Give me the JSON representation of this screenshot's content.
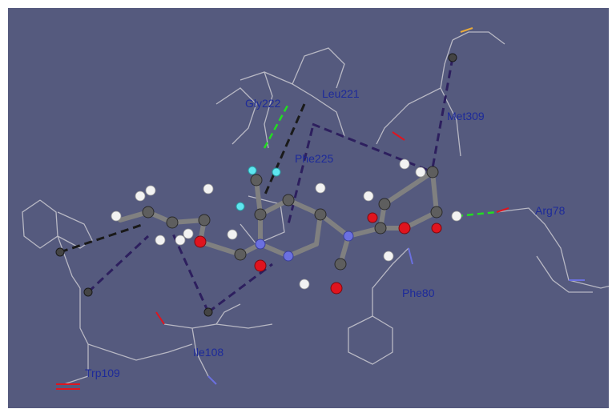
{
  "scene": {
    "background": "#555a7e",
    "residue_labels": [
      "Gly222",
      "Leu221",
      "Met309",
      "Phe225",
      "Arg78",
      "Phe80",
      "Ile108",
      "Trp109"
    ]
  },
  "colors": {
    "label_text": "#1d2a9a",
    "carbon": "#6a6a6a",
    "oxygen": "#e0141e",
    "nitrogen": "#6b70e0",
    "hydrogen": "#f2f2f2",
    "fluorine": "#5ee6f0",
    "hydrophobic_contact": "#2d1f5e",
    "hydrogen_bond": "#22dd22",
    "pi_contact": "#1a1a1a"
  }
}
